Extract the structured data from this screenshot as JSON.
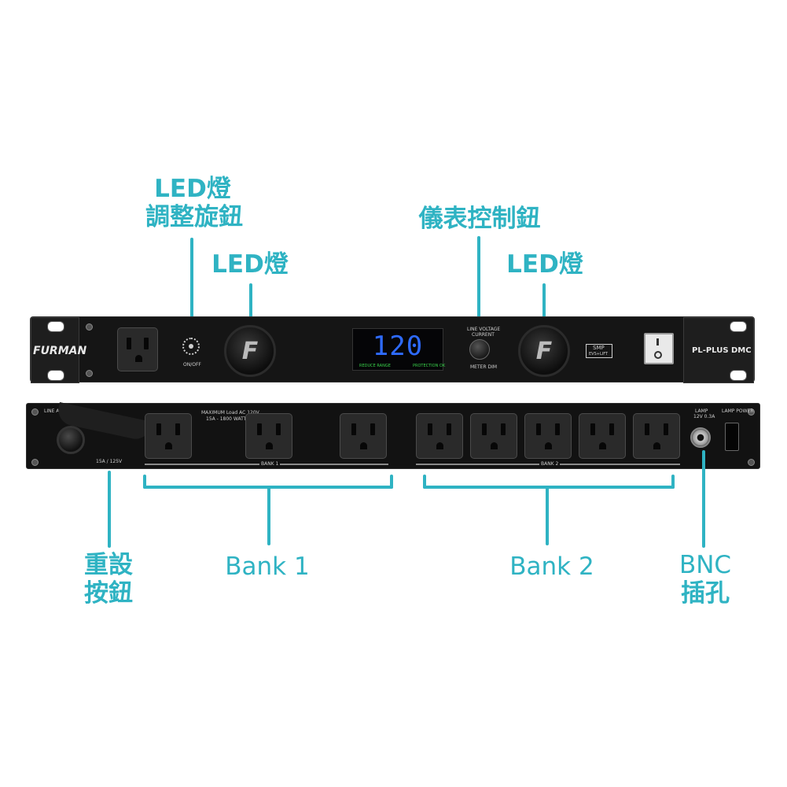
{
  "labels": {
    "led_knob_line1": "LED燈",
    "led_knob_line2": "調整旋鈕",
    "led_left": "LED燈",
    "meter_control": "儀表控制鈕",
    "led_right": "LED燈",
    "reset_line1": "重設",
    "reset_line2": "按鈕",
    "bank1": "Bank 1",
    "bank2": "Bank 2",
    "bnc_line1": "BNC",
    "bnc_line2": "插孔"
  },
  "front_panel": {
    "brand": "FURMAN",
    "knob_label": "ON/OFF",
    "display_value": "120",
    "range_left": "REDUCE RANGE",
    "range_right": "PROTECTION OK",
    "meter_top": "LINE VOLTAGE",
    "meter_top2": "CURRENT",
    "meter_bottom": "METER DIM",
    "smp_label": "SMP",
    "evs_label": "EVS+LIFT",
    "model": "PL-PLUS DMC"
  },
  "rear_panel": {
    "line_spec": "LINE AC ~ 120V 15A",
    "reset_spec": "15A / 125V",
    "max_load": "MAXIMUM Load AC 120V",
    "watts": "15A - 1800 WATTS",
    "bank1_tag": "BANK 1",
    "bank2_tag": "BANK 2",
    "lamp_label": "LAMP",
    "lamp_spec": "12V 0.3A",
    "lamp_power": "LAMP POWER"
  },
  "colors": {
    "accent": "#2fb3c3",
    "display": "#2e6bff",
    "panel": "#151515"
  },
  "icons": [
    "reset-button-icon",
    "bnc-connector-icon",
    "rocker-switch-icon",
    "led-lamp-icon",
    "knob-icon"
  ]
}
